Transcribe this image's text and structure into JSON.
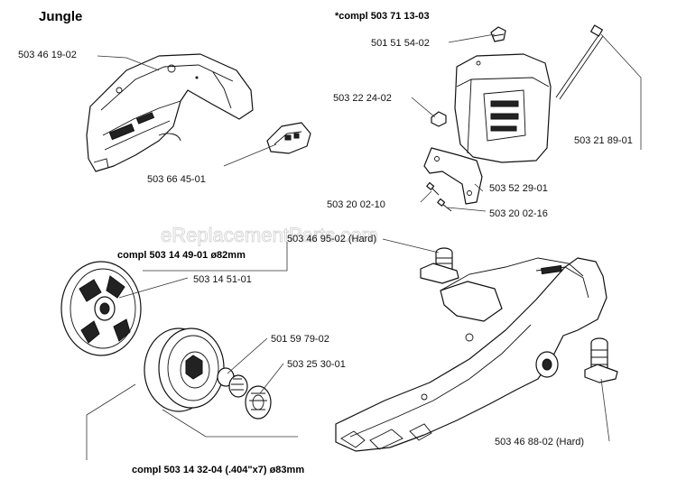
{
  "title": "Jungle",
  "watermark": "eReplacementParts.com",
  "assemblies": {
    "cylinder_cover": "*compl 503 71 13-03",
    "clutch": "compl 503 14 49-01 ø82mm",
    "clutch_drum": "compl 503 14 32-04 (.404\"x7) ø83mm"
  },
  "parts": {
    "chain_brake_cover": "503 46 19-02",
    "cover_pad": "503 66 45-01",
    "knob": "501 51 54-02",
    "nut": "503 22 24-02",
    "long_bolt": "503 21 89-01",
    "bracket": "503 52 29-01",
    "screw_left": "503 20 02-10",
    "screw_right": "503 20 02-16",
    "av_element_top": "503 46 95-02 (Hard)",
    "clutch_part": "503 14 51-01",
    "bearing": "501 59 79-02",
    "washer": "503 25 30-01",
    "av_element_bottom": "503 46 88-02 (Hard)"
  }
}
